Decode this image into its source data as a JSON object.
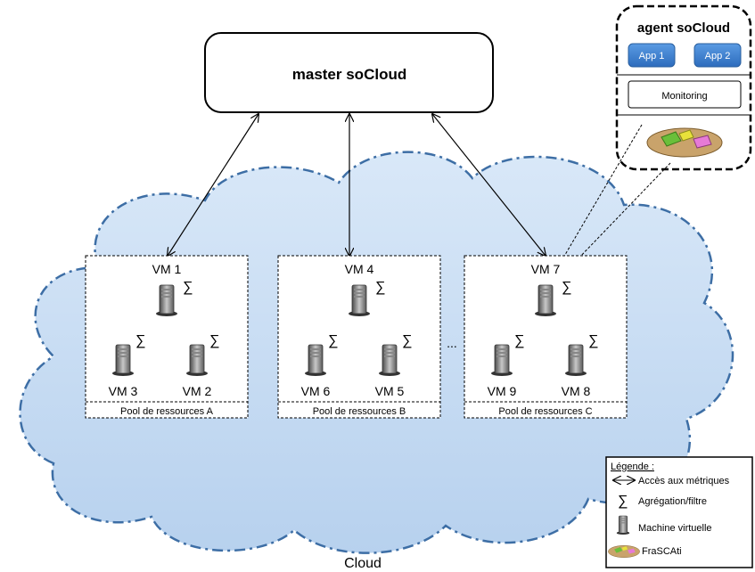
{
  "master": {
    "title": "master soCloud"
  },
  "agent": {
    "title": "agent soCloud",
    "app1": "App 1",
    "app2": "App 2",
    "monitoring": "Monitoring"
  },
  "cloud_label": "Cloud",
  "ellipsis": "...",
  "pools": [
    {
      "name": "Pool de ressources A",
      "top": "VM 1",
      "left": "VM 3",
      "right": "VM 2"
    },
    {
      "name": "Pool de ressources B",
      "top": "VM 4",
      "left": "VM 6",
      "right": "VM 5"
    },
    {
      "name": "Pool de ressources C",
      "top": "VM 7",
      "left": "VM 9",
      "right": "VM 8"
    }
  ],
  "sigma": "∑",
  "legend": {
    "title": "Légende :",
    "metrics": "Accès aux métriques",
    "aggregation": "Agrégation/filtre",
    "vm": "Machine virtuelle",
    "frascati": "FraSCAti"
  },
  "colors": {
    "cloud_fill": "#c9dff5",
    "cloud_stroke": "#3d6ea5",
    "app_button": "#3b7fd1"
  }
}
